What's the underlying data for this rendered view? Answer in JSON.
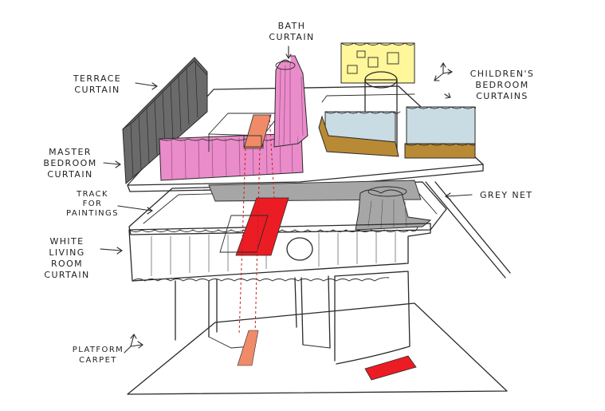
{
  "labels": {
    "bath_curtain": [
      "BATH",
      "CURTAIN"
    ],
    "terrace_curtain": [
      "TERRACE",
      "CURTAIN"
    ],
    "childrens_curtains": [
      "CHILDREN'S",
      "BEDROOM",
      "CURTAINS"
    ],
    "master_curtain": [
      "MASTER",
      "BEDROOM",
      "CURTAIN"
    ],
    "track_paintings": [
      "TRACK",
      "FOR",
      "PAINTINGS"
    ],
    "grey_net": [
      "GREY NET"
    ],
    "white_curtain": [
      "WHITE",
      "LIVING",
      "ROOM",
      "CURTAIN"
    ],
    "platform_carpet": [
      "PLATFORM",
      "CARPET"
    ]
  },
  "colors": {
    "pink": "#e98cc9",
    "grey": "#a6a6a6",
    "dark_grey": "#6a6a6a",
    "light_blue": "#c9dbe3",
    "ochre": "#b98a35",
    "red": "#ec1c24",
    "salmon": "#ef8b68",
    "yellow": "#fff79a"
  }
}
